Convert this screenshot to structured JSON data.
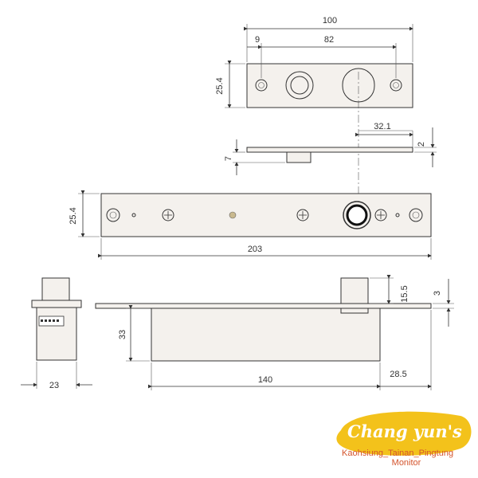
{
  "dimensions": {
    "top_width": "100",
    "hole_offset": "9",
    "hole_spacing": "82",
    "height_top": "25.4",
    "bolt_offset": "32.1",
    "plate_thickness": "2",
    "bolt_depth": "7",
    "body_height": "25.4",
    "body_length": "203",
    "side_height": "33",
    "side_width": "23",
    "case_length": "140",
    "tail_length": "28.5",
    "bolt_height": "15.5",
    "flange": "3"
  },
  "watermark": {
    "brand": "Chang yun's",
    "locations": "Kaohsiung_Tainan_Pingtung",
    "service": "Monitor"
  },
  "colors": {
    "part_fill": "#f4f1ed",
    "outline": "#333333",
    "watermark_blob": "#f3c21b",
    "watermark_text": "#d4542c"
  }
}
